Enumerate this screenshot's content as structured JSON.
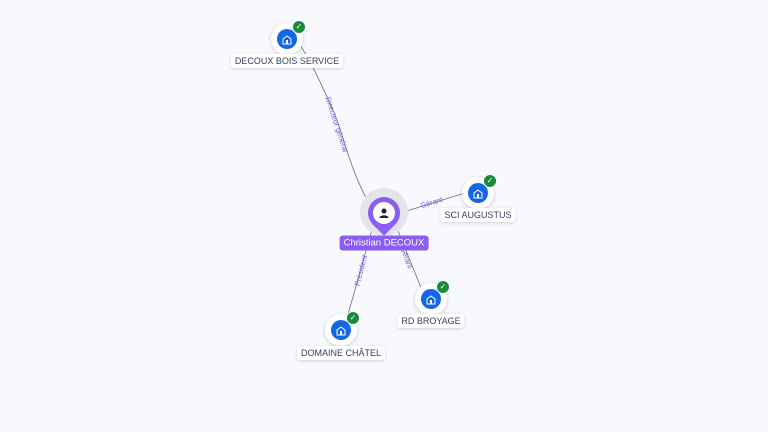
{
  "person": {
    "name": "Christian DECOUX",
    "icon": "person-icon"
  },
  "companies": [
    {
      "name": "DECOUX BOIS SERVICE",
      "relation": "Directeur général",
      "verified": true
    },
    {
      "name": "SCI AUGUSTUS",
      "relation": "Gérant",
      "verified": true
    },
    {
      "name": "RD BROYAGE",
      "relation": "Gérant",
      "verified": true
    },
    {
      "name": "DOMAINE CHÂTEL",
      "relation": "Président",
      "verified": true
    }
  ],
  "colors": {
    "person": "#8b5cf6",
    "company": "#1467e8",
    "verified": "#1a8a3c",
    "edge_label": "#7c5ce6"
  }
}
